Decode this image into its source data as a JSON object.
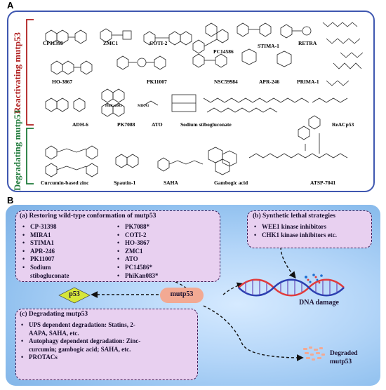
{
  "panel_a": {
    "label": "A",
    "side_labels": {
      "reactivating": "Reactivating mutp53",
      "degrading": "Degradating mutp53"
    },
    "compounds_row1": [
      "CP31398",
      "ZMC1",
      "COTI-2",
      "PC14586",
      "STIMA-1",
      "RETRA"
    ],
    "compounds_row2": [
      "HO-3867",
      "PK11007",
      "NSC59984",
      "APR-246",
      "PRIMA-1"
    ],
    "compounds_row3": [
      "ADH-6",
      "PK7088",
      "ATO",
      "Sodium stibogluconate",
      "ReACp53"
    ],
    "compounds_row4": [
      "Curcumin-based zinc",
      "Spautin-1",
      "SAHA",
      "Gambogic acid",
      "ATSP-7041"
    ],
    "small_labels": [
      "PhiKan083",
      "MIRA1"
    ]
  },
  "panel_b": {
    "label": "B",
    "box_a": {
      "title": "(a) Restoring wild-type conformation of mutp53",
      "left_items": [
        "CP-31398",
        "MIRA1",
        "STIMA1",
        "APR-246",
        "PK11007",
        "Sodium stibogluconate"
      ],
      "right_items": [
        "PK7088*",
        "COTI-2",
        "HO-3867",
        "ZMC1",
        "ATO",
        "PC14586*",
        "PhiKan083*"
      ]
    },
    "box_b": {
      "title": "(b) Synthetic lethal strategies",
      "items": [
        "WEE1 kinase inhibitors",
        "CHK1 kinase inhibitors etc."
      ]
    },
    "box_c": {
      "title": "(c) Degradating mutp53",
      "items": [
        "UPS dependent degradation: Statins, 2-AAPA, SAHA, etc.",
        "Autophagy dependent degradation: Zinc-curcumin; gambogic acid; SAHA, etc.",
        "PROTACs"
      ]
    },
    "p53_label": "p53",
    "mutp53_label": "mutp53",
    "dna_damage_label": "DNA damage",
    "degraded_label": "Degraded mutp53",
    "colors": {
      "box_fill": "#e8d0f0",
      "p53_fill": "#d6e63a",
      "mutp53_fill": "#f2a993",
      "frame_blue": "#3f57b0",
      "reactivating_color": "#b02020",
      "degrading_color": "#1f7a3a"
    }
  }
}
